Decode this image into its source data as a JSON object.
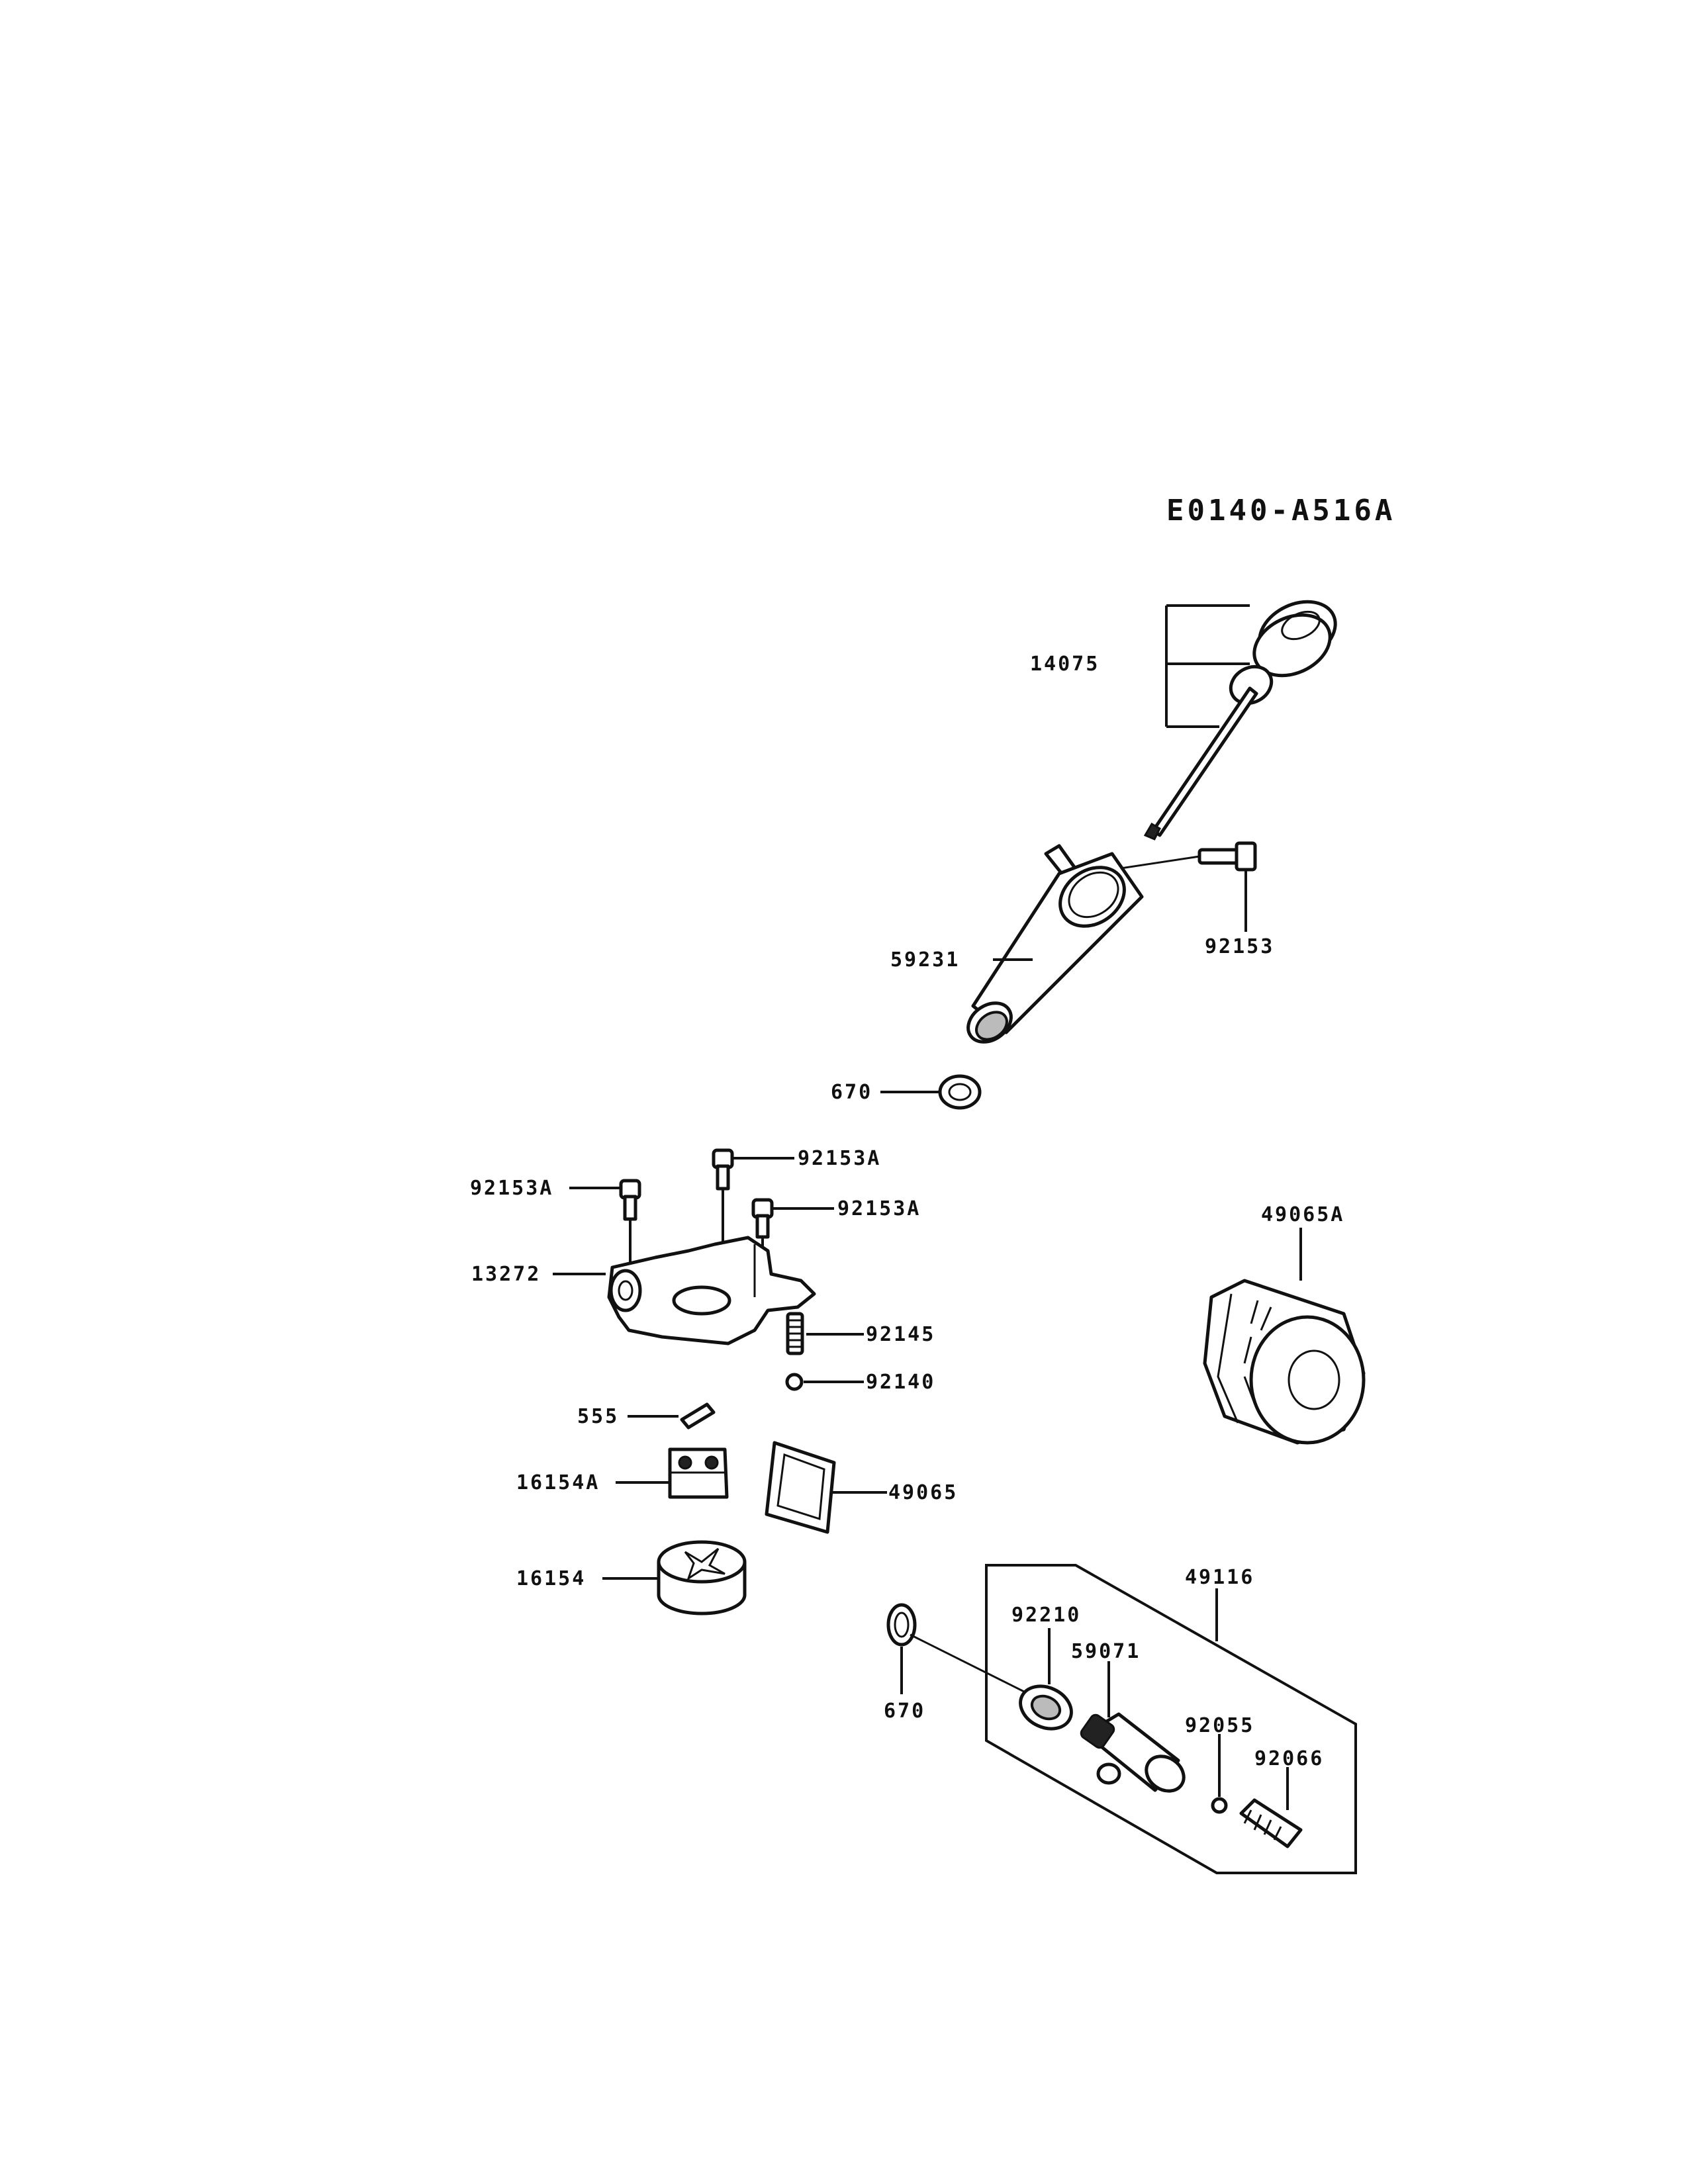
{
  "diagram_code": "E0140-A516A",
  "labels": {
    "p14075": "14075",
    "p92153": "92153",
    "p59231": "59231",
    "p670_top": "670",
    "p92153A_a": "92153A",
    "p92153A_b": "92153A",
    "p92153A_c": "92153A",
    "p13272": "13272",
    "p49065A": "49065A",
    "p92145": "92145",
    "p92140": "92140",
    "p555": "555",
    "p16154A": "16154A",
    "p49065": "49065",
    "p16154": "16154",
    "p49116": "49116",
    "p92210": "92210",
    "p59071": "59071",
    "p92055": "92055",
    "p92066": "92066",
    "p670_bottom": "670"
  }
}
